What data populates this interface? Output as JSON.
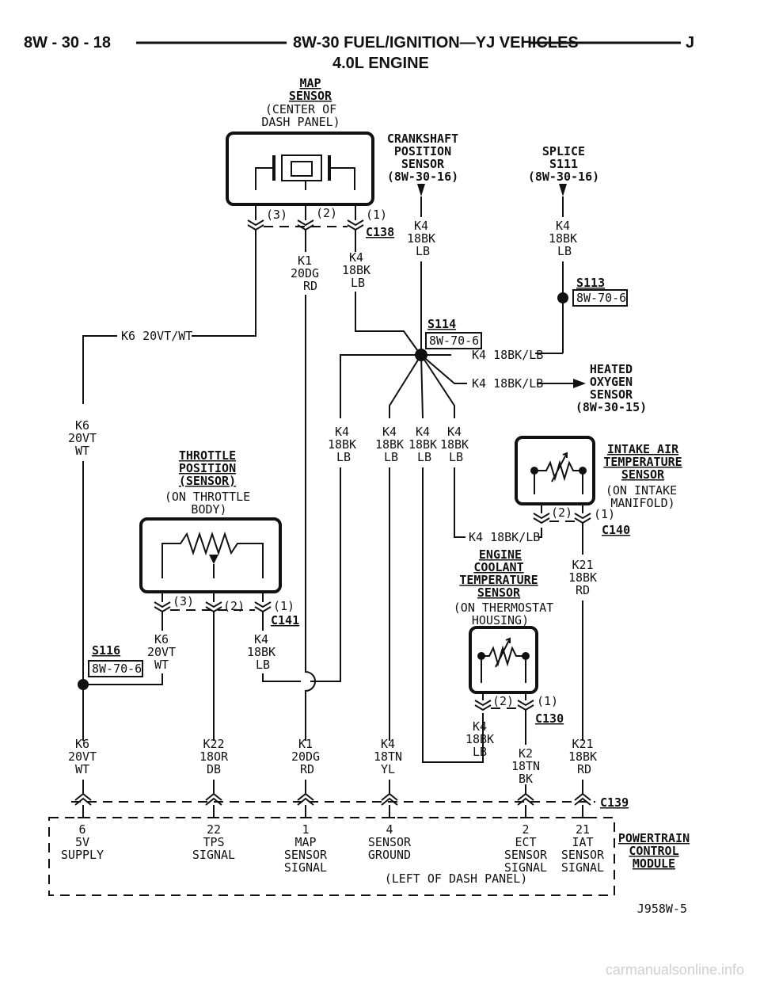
{
  "header": {
    "left": "8W - 30 - 18",
    "center": "8W-30 FUEL/IGNITION—YJ VEHICLES",
    "right": "J",
    "subtitle": "4.0L ENGINE"
  },
  "map_sensor": {
    "title1": "MAP",
    "title2": "SENSOR",
    "loc1": "(CENTER OF",
    "loc2": "DASH PANEL)"
  },
  "pins": {
    "p1": "(1)",
    "p2": "(2)",
    "p3": "(3)"
  },
  "connectors": {
    "c138": "C138",
    "c141": "C141",
    "c140": "C140",
    "c130": "C130",
    "c139": "C139"
  },
  "crank": {
    "l1": "CRANKSHAFT",
    "l2": "POSITION",
    "l3": "SENSOR",
    "l4": "(8W-30-16)"
  },
  "splice111": {
    "l1": "SPLICE",
    "l2": "S111",
    "l3": "(8W-30-16)"
  },
  "splices": {
    "s113": "S113",
    "s114": "S114",
    "s116": "S116",
    "ref": "8W-70-6"
  },
  "wires": {
    "k4": "K4",
    "k6": "K6",
    "k1": "K1",
    "k2": "K2",
    "k21": "K21",
    "k22": "K22",
    "c18bk": "18BK",
    "c20dg": "20DG",
    "c20vt": "20VT",
    "c18tn": "18TN",
    "c18or": "18OR",
    "lb": "LB",
    "rd": "RD",
    "wt": "WT",
    "db": "DB",
    "yl": "YL",
    "bk": "BK",
    "k6_20vt_wt": "K6 20VT/WT",
    "k4_18bk_lb": "K4 18BK/LB"
  },
  "o2": {
    "l1": "HEATED",
    "l2": "OXYGEN",
    "l3": "SENSOR",
    "l4": "(8W-30-15)"
  },
  "iat": {
    "l1": "INTAKE AIR",
    "l2": "TEMPERATURE",
    "l3": "SENSOR",
    "loc1": "(ON INTAKE",
    "loc2": "MANIFOLD)"
  },
  "tps": {
    "l1": "THROTTLE",
    "l2": "POSITION",
    "l3": "(SENSOR)",
    "loc1": "(ON THROTTLE",
    "loc2": "BODY)"
  },
  "ect": {
    "l1": "ENGINE",
    "l2": "COOLANT",
    "l3": "TEMPERATURE",
    "l4": "SENSOR",
    "loc1": "(ON THERMOSTAT",
    "loc2": "HOUSING)"
  },
  "pcm": {
    "name1": "POWERTRAIN",
    "name2": "CONTROL",
    "name3": "MODULE",
    "location": "(LEFT OF DASH PANEL)",
    "pins": [
      {
        "num": "6",
        "l1": "5V",
        "l2": "SUPPLY",
        "l3": ""
      },
      {
        "num": "22",
        "l1": "TPS",
        "l2": "SIGNAL",
        "l3": ""
      },
      {
        "num": "1",
        "l1": "MAP",
        "l2": "SENSOR",
        "l3": "SIGNAL"
      },
      {
        "num": "4",
        "l1": "SENSOR",
        "l2": "GROUND",
        "l3": ""
      },
      {
        "num": "2",
        "l1": "ECT",
        "l2": "SENSOR",
        "l3": "SIGNAL"
      },
      {
        "num": "21",
        "l1": "IAT",
        "l2": "SENSOR",
        "l3": "SIGNAL"
      }
    ]
  },
  "figure_code": "J958W-5",
  "watermark": "carmanualsonline.info"
}
